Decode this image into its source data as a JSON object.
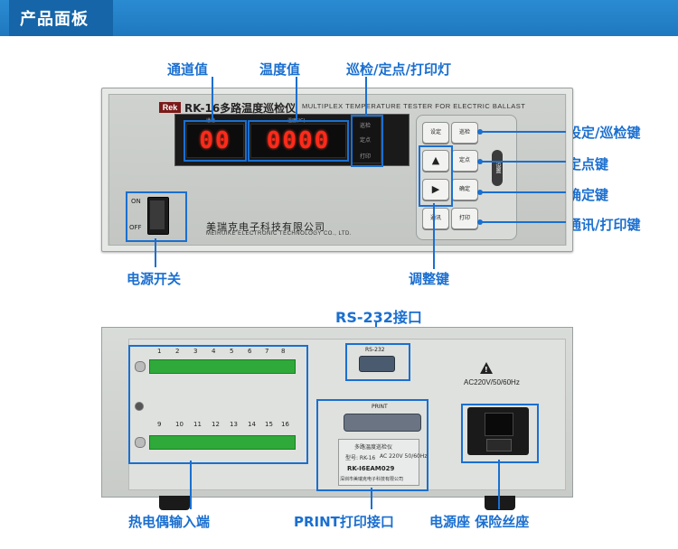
{
  "header": {
    "title": "产品面板"
  },
  "callouts": {
    "channel": "通道值",
    "temperature": "温度值",
    "patrol_lights": "巡检/定点/打印灯",
    "set_patrol_key": "设定/巡检键",
    "fixed_point_key": "定点键",
    "confirm_key": "确定键",
    "comm_print_key": "通讯/打印键",
    "adjust_key": "调整键",
    "power_switch": "电源开关",
    "rs232_port": "RS-232接口",
    "thermocouple_input": "热电偶输入端",
    "print_port": "PRINT打印接口",
    "power_socket": "电源座 保险丝座"
  },
  "front_panel": {
    "brand": "Rek",
    "model": "RK-16多路温度巡检仪",
    "english_title": "MULTIPLEX TEMPERATURE TESTER FOR ELECTRIC BALLAST",
    "channel_display": "00",
    "temperature_display": "0000",
    "channel_small_label": "通道",
    "temp_small_label": "温度(℃)",
    "indicators": [
      "巡检",
      "定点",
      "打印"
    ],
    "keys": {
      "set": "设定",
      "patrol": "巡检",
      "fixed": "定点",
      "confirm": "确定",
      "comm": "通讯",
      "print": "打印",
      "up": "▲",
      "right": "▶"
    },
    "side_label": "设置",
    "switch_on": "ON",
    "switch_off": "OFF",
    "company_cn": "美瑞克电子科技有限公司",
    "company_en": "MEIRUIKE ELECTRONIC TECHNOLOGY CO., LTD."
  },
  "back_panel": {
    "terminals_top": [
      "1",
      "2",
      "3",
      "4",
      "5",
      "6",
      "7",
      "8"
    ],
    "terminals_bottom": [
      "9",
      "10",
      "11",
      "12",
      "13",
      "14",
      "15",
      "16"
    ],
    "rs232_label": "RS-232",
    "print_label": "PRINT",
    "nameplate": {
      "title": "多路温度巡检仪",
      "model": "型号: RK-16",
      "power": "AC 220V 50/60Hz",
      "code": "RK-I6EAM029",
      "maker": "深圳市美瑞克电子科技有限公司"
    },
    "warning_mark": "!",
    "power_spec": "AC220V/50/60Hz"
  }
}
